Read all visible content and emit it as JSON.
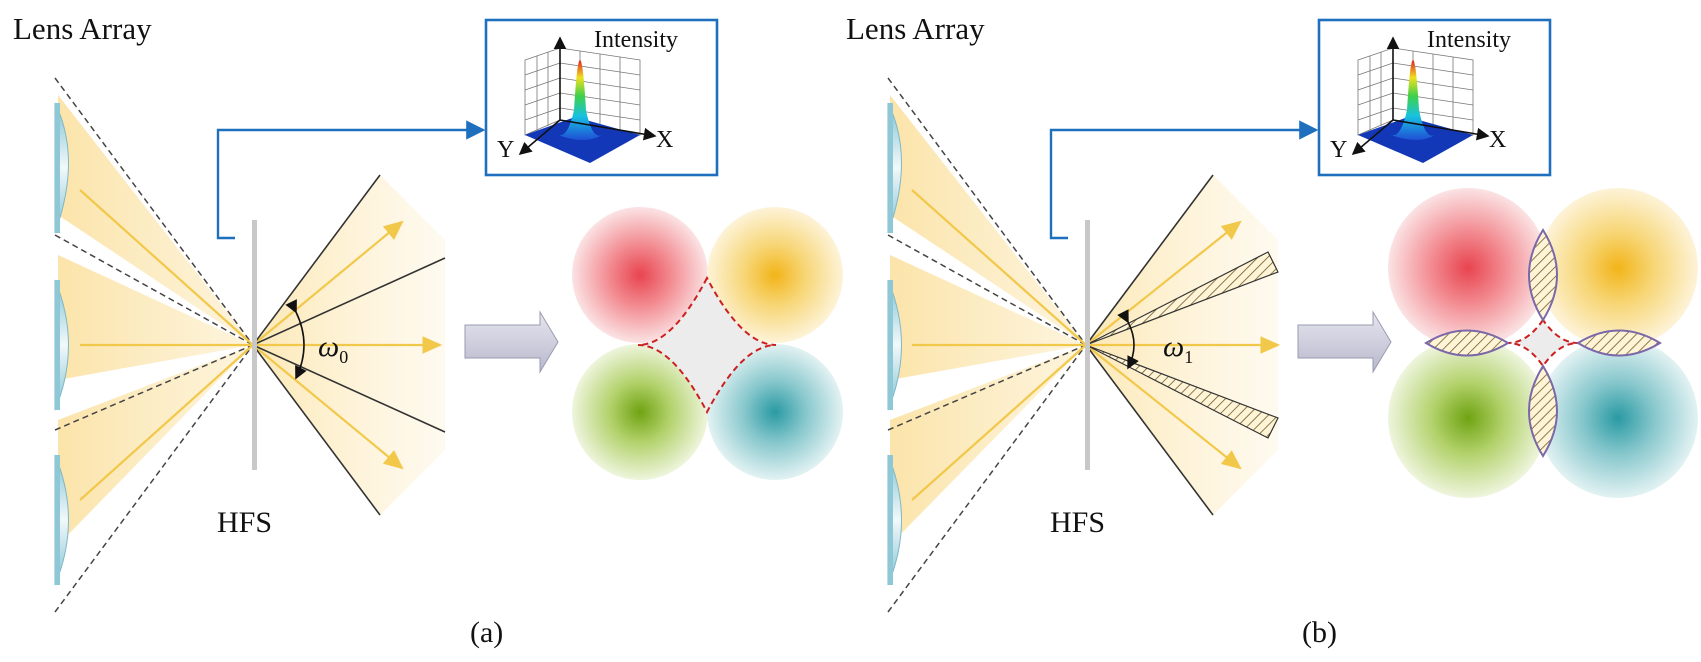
{
  "panels": [
    {
      "id": "a",
      "title": "Lens Array",
      "screen_label": "HFS",
      "angle_symbol": "ω",
      "angle_subscript": "0",
      "inset_title": "Intensity",
      "inset_x_axis": "X",
      "inset_y_axis": "Y",
      "caption": "(a)"
    },
    {
      "id": "b",
      "title": "Lens Array",
      "screen_label": "HFS",
      "angle_symbol": "ω",
      "angle_subscript": "1",
      "inset_title": "Intensity",
      "inset_x_axis": "X",
      "inset_y_axis": "Y",
      "caption": "(b)"
    }
  ],
  "colors": {
    "light_cone": "#fde9b8",
    "ray": "#f2c84b",
    "lens": "#9fd2de",
    "screen": "#c8c8c8",
    "connector": "#1f6fbf",
    "arrow_block": "#c4c4d8",
    "dashed_circle": "#cc1f1f",
    "overlap_outline": "#7b68a8",
    "spot_red": "#e8444f",
    "spot_yellow": "#f2b419",
    "spot_green": "#7dae1a",
    "spot_teal": "#2a9aa3"
  }
}
